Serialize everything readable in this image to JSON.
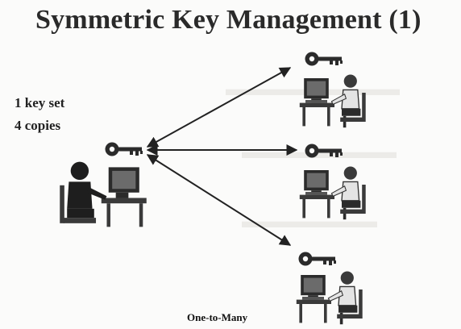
{
  "title": "Symmetric Key Management (1)",
  "labels": {
    "key_set": "1 key set",
    "copies": "4 copies"
  },
  "caption": "One-to-Many",
  "icons": [
    "key-icon",
    "workstation-user-icon",
    "double-arrow"
  ],
  "colors": {
    "ink": "#222222",
    "background": "#fbfbfa"
  }
}
